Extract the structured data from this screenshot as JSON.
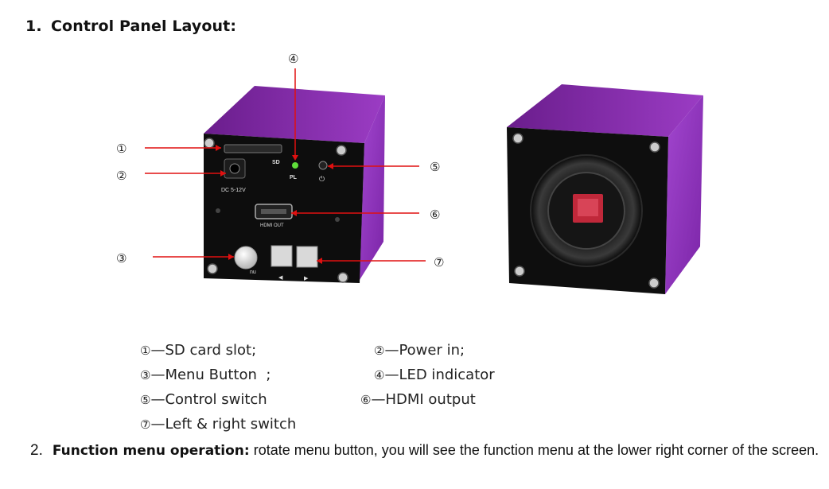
{
  "section1": {
    "number": "1.",
    "title": "Control Panel Layout:"
  },
  "device_back": {
    "sd_text": "SD",
    "pl_text": "PL",
    "dc_text": "DC 5-12V",
    "hdmi_text": "HDMI OUT",
    "menu_text": "nu",
    "arrow_left": "◀",
    "arrow_right": "▶"
  },
  "callouts": {
    "c1": "①",
    "c2": "②",
    "c3": "③",
    "c4": "④",
    "c5": "⑤",
    "c6": "⑥",
    "c7": "⑦"
  },
  "legend": [
    {
      "marker": "①",
      "text": "—SD card slot;"
    },
    {
      "marker": "②",
      "text": "—Power in;"
    },
    {
      "marker": "③",
      "text": "—Menu Button  ;"
    },
    {
      "marker": "④",
      "text": "—LED indicator"
    },
    {
      "marker": "⑤",
      "text": "—Control switch"
    },
    {
      "marker": "⑥",
      "text": "—HDMI output"
    },
    {
      "marker": "⑦",
      "text": "—Left & right switch"
    }
  ],
  "section2": {
    "number": "2.",
    "bold": "Function menu operation:",
    "text": " rotate menu button, you will see the function menu at the lower right corner of the screen."
  },
  "colors": {
    "purple": "#8a2bb0",
    "panel": "#0d0d0d",
    "callout_line": "#e01010",
    "sensor": "#c0283a"
  }
}
